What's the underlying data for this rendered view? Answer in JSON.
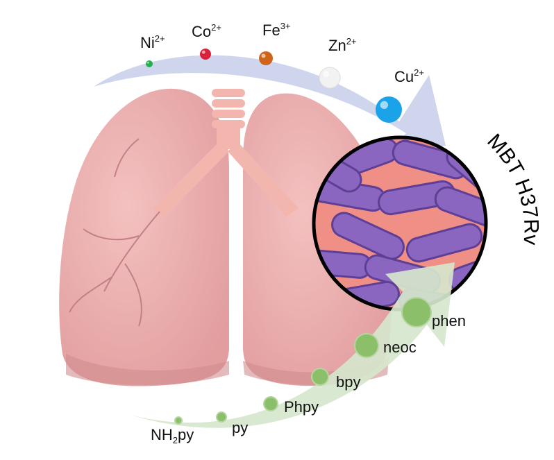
{
  "title_label": "MBT H37Rv",
  "metal_ions": [
    {
      "symbol": "Ni",
      "charge": "2+",
      "color": "#22b04a"
    },
    {
      "symbol": "Co",
      "charge": "2+",
      "color": "#d8213a"
    },
    {
      "symbol": "Fe",
      "charge": "3+",
      "color": "#d0641a"
    },
    {
      "symbol": "Zn",
      "charge": "2+",
      "color": "#f2f2f2"
    },
    {
      "symbol": "Cu",
      "charge": "2+",
      "color": "#1aa3e8"
    }
  ],
  "ligands": [
    {
      "name_main": "NH",
      "name_sub": "2",
      "name_tail": "py"
    },
    {
      "name_main": "py"
    },
    {
      "name_main": "Phpy"
    },
    {
      "name_main": "bpy"
    },
    {
      "name_main": "neoc"
    },
    {
      "name_main": "phen"
    }
  ],
  "colors": {
    "lung": "#e89a9a",
    "bacteria": "#8a66c0",
    "ion_arrow": "#c9d0ea",
    "ligand_arrow": "#d6e6cc",
    "ligand_dot": "#8cbf6a"
  }
}
